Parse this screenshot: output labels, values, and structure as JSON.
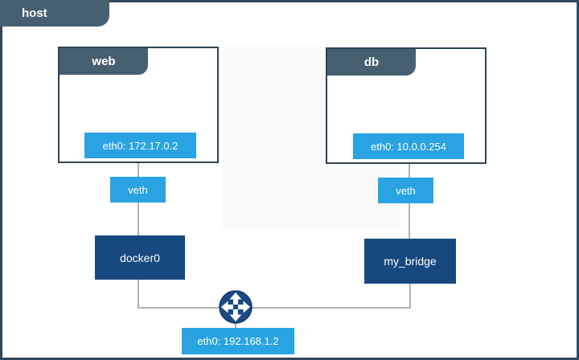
{
  "diagram": {
    "title": "docker-host-networking-diagram",
    "host": {
      "label": "host",
      "eth_label": "eth0: 192.168.1.2"
    },
    "containers": [
      {
        "id": "web",
        "label": "web",
        "eth_label": "eth0: 172.17.0.2",
        "veth_label": "veth",
        "bridge_label": "docker0"
      },
      {
        "id": "db",
        "label": "db",
        "eth_label": "eth0: 10.0.0.254",
        "veth_label": "veth",
        "bridge_label": "my_bridge"
      }
    ],
    "icons": {
      "router": "router-arrows-icon"
    },
    "colors": {
      "tab_slate": "#46606F",
      "container_border": "#2E4355",
      "host_border": "#33475A",
      "azure_blue": "#29A3E2",
      "navy_blue": "#17497F",
      "router_navy": "#1B4A85",
      "line_gray": "#B0B0B0",
      "label_text": "#FFFFFF"
    }
  }
}
